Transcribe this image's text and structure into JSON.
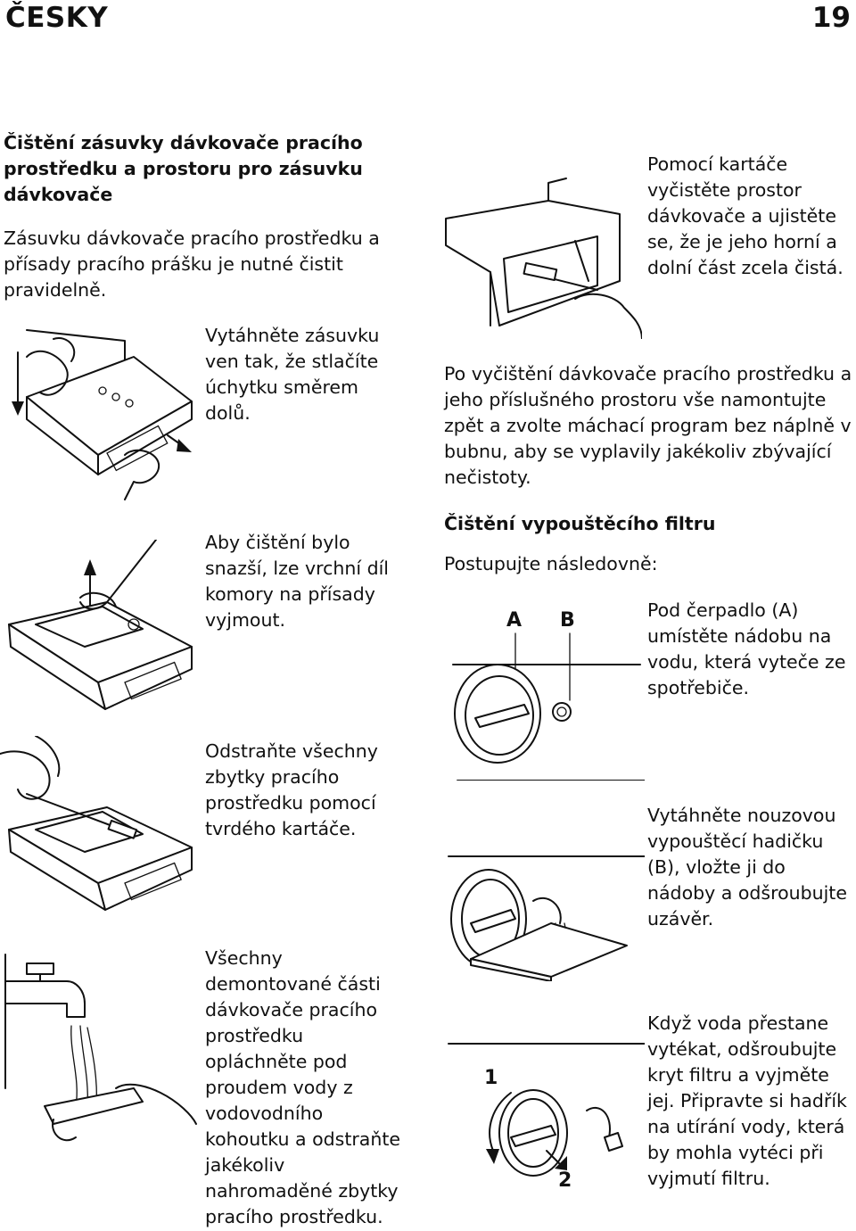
{
  "header": {
    "language": "ČESKY",
    "page_number": "19"
  },
  "left": {
    "section_title": "Čištění zásuvky dávkovače pracího prostředku a prostoru pro zásuvku dávkovače",
    "intro": "Zásuvku dávkovače pracího prostředku a přísady pracího prášku je nutné čistit pravidelně.",
    "step1": "Vytáhněte zásuvku ven tak, že stlačíte úchytku směrem dolů.",
    "step2": "Aby čištění bylo snazší, lze vrchní díl komory na přísady vyjmout.",
    "step3": "Odstraňte všechny zbytky pracího prostředku pomocí tvrdého kartáče.",
    "step4": "Všechny demontované části dávkovače pracího prostředku opláchněte pod proudem vody z vodovodního kohoutku a odstraňte jakékoliv nahromaděné zbytky pracího prostředku."
  },
  "right": {
    "brush_caption": "Pomocí kartáče vyčistěte prostor dávkovače a ujistěte se, že je jeho horní a dolní část zcela čistá.",
    "after_clean": "Po vyčištění dávkovače pracího prostředku a jeho příslušného prostoru vše namontujte zpět a zvolte máchací program bez náplně v bubnu, aby se vyplavily jakékoliv zbývající nečistoty.",
    "filter_title": "Čištění vypouštěcího filtru",
    "filter_intro": "Postupujte následovně:",
    "filter_step1": "Pod čerpadlo (A) umístěte nádobu na vodu, která vyteče ze spotřebiče.",
    "filter_step2": "Vytáhněte nouzovou vypouštěcí hadičku (B), vložte ji do nádoby a odšroubujte uzávěr.",
    "filter_step3": "Když voda přestane vytékat, odšroubujte kryt filtru a vyjměte jej. Připravte si hadřík na utírání vody, která by mohla vytéci při vyjmutí filtru.",
    "label_a": "A",
    "label_b": "B",
    "label_1": "1",
    "label_2": "2"
  }
}
